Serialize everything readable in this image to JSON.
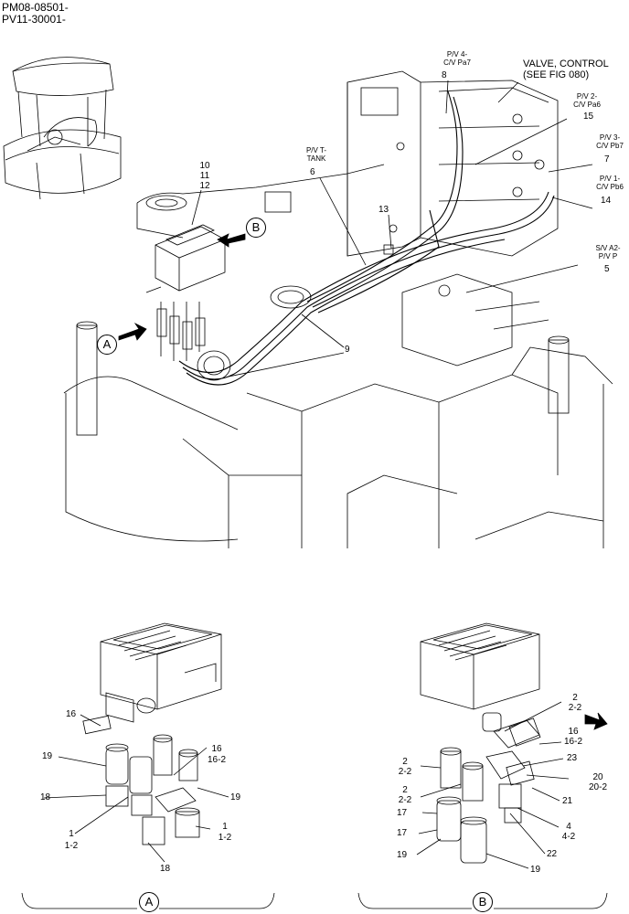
{
  "header": {
    "line1": "PM08-08501-",
    "line2": "PV11-30001-"
  },
  "callouts": {
    "pv4_line1": "P/V 4-",
    "pv4_line2": "C/V Pa7",
    "valve_line1": "VALVE, CONTROL",
    "valve_line2": "(SEE FIG 080)",
    "pv2_line1": "P/V 2-",
    "pv2_line2": "C/V Pa6",
    "pv3_line1": "P/V 3-",
    "pv3_line2": "C/V Pb7",
    "pvt_line1": "P/V T-",
    "pvt_line2": "TANK",
    "pv1_line1": "P/V 1-",
    "pv1_line2": "C/V Pb6",
    "sva2_line1": "S/V A2-",
    "sva2_line2": "P/V P"
  },
  "part_numbers": {
    "n8": "8",
    "n15": "15",
    "n7": "7",
    "n6": "6",
    "n14": "14",
    "n13": "13",
    "n5": "5",
    "n10": "10",
    "n11": "11",
    "n12": "12",
    "n9": "9"
  },
  "view_markers": {
    "a": "A",
    "b": "B"
  },
  "detail_a": {
    "n16": "16",
    "n19a": "19",
    "n18a": "18",
    "n1a": "1",
    "n1_2a": "1-2",
    "n18b": "18",
    "n16b": "16",
    "n16_2": "16-2",
    "n19b": "19",
    "n1b": "1",
    "n1_2b": "1-2"
  },
  "detail_b": {
    "n2a": "2",
    "n2_2a": "2-2",
    "n16": "16",
    "n16_2": "16-2",
    "n2b": "2",
    "n2_2b": "2-2",
    "n23": "23",
    "n2c": "2",
    "n2_2c": "2-2",
    "n20": "20",
    "n20_2": "20-2",
    "n17a": "17",
    "n21": "21",
    "n17b": "17",
    "n4": "4",
    "n4_2": "4-2",
    "n22": "22",
    "n19a": "19",
    "n19b": "19"
  }
}
